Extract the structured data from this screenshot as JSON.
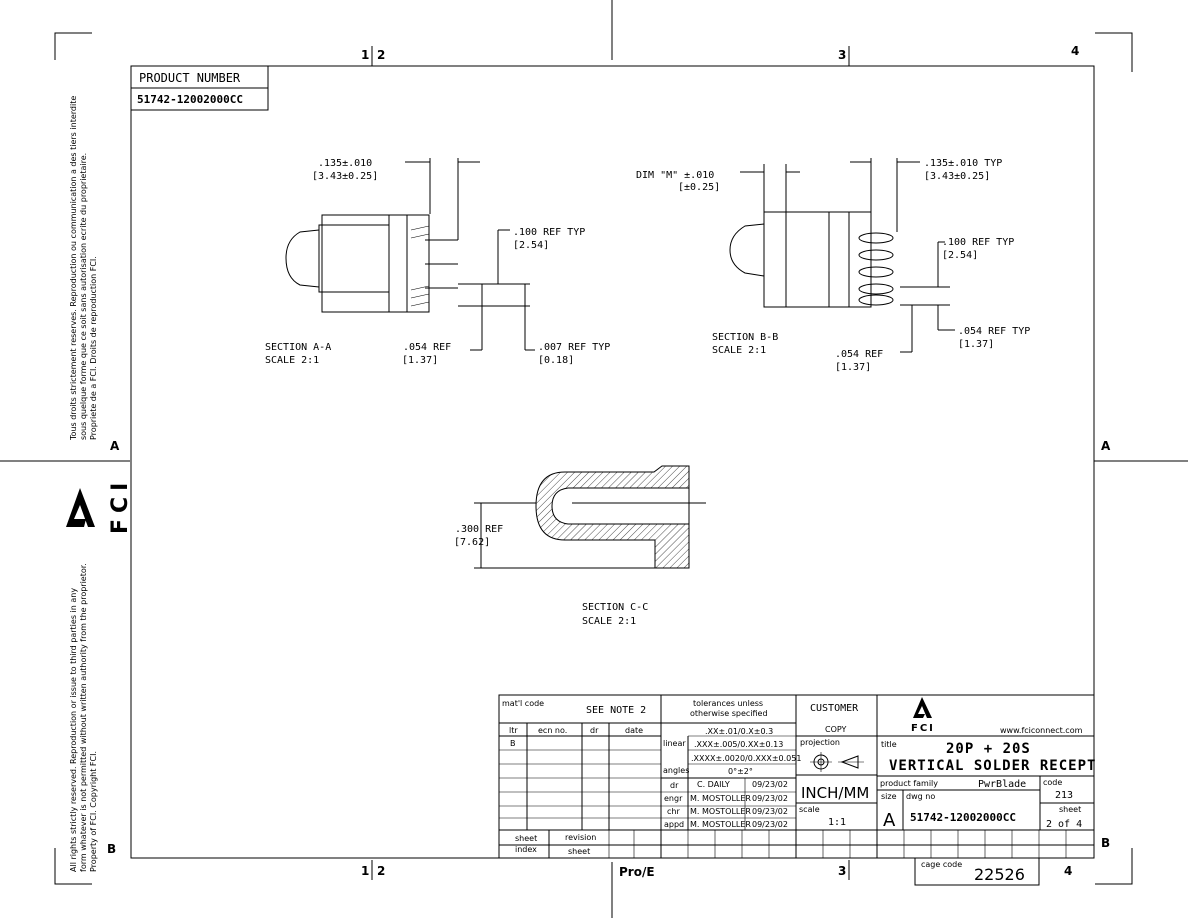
{
  "border": {
    "zones_top": [
      "1",
      "2",
      "3",
      "4"
    ],
    "zones_bottom": [
      "1",
      "2",
      "3",
      "4"
    ],
    "zones_side": [
      "A",
      "B"
    ],
    "pro_e": "Pro/E",
    "cage_code_label": "cage code",
    "cage_code": "22526"
  },
  "side_text": {
    "french_l1": "Tous droits strictement reserves.  Reproduction ou communication a des tiers interdite",
    "french_l2": "sous quelque forme que ce soit sans autorisation ecrite du proprietaire.",
    "french_l3": "Propriete de a FCI.  Droits de reproduction FCI.",
    "logo": "FCI",
    "english_l1": "All rights strictly reserved.  Reproduction or issue to third parties in any",
    "english_l2": "form whatever is not permitted without written authority from the proprietor.",
    "english_l3": "Property of FCI.  Copyright FCI."
  },
  "product_number": {
    "label": "PRODUCT NUMBER",
    "value": "51742-12002000CC"
  },
  "section_aa": {
    "dim_top_l1": ".135±.010",
    "dim_top_l2": "[3.43±0.25]",
    "dim_ref_l1": ".100  REF TYP",
    "dim_ref_l2": "[2.54]",
    "dim_054_l1": ".054  REF",
    "dim_054_l2": "[1.37]",
    "dim_007_l1": ".007  REF TYP",
    "dim_007_l2": "[0.18]",
    "caption_l1": "SECTION  A-A",
    "caption_l2": "SCALE  2:1"
  },
  "section_bb": {
    "dim_m_l1": "DIM \"M\" ±.010",
    "dim_m_l2": "[±0.25]",
    "dim_top_l1": ".135±.010   TYP",
    "dim_top_l2": "[3.43±0.25]",
    "dim_ref_l1": ".100  REF TYP",
    "dim_ref_l2": "[2.54]",
    "dim_054r_l1": ".054  REF TYP",
    "dim_054r_l2": "[1.37]",
    "dim_054_l1": ".054  REF",
    "dim_054_l2": "[1.37]",
    "caption_l1": "SECTION  B-B",
    "caption_l2": "SCALE  2:1"
  },
  "section_cc": {
    "dim_l1": ".300  REF",
    "dim_l2": "[7.62]",
    "caption_l1": "SECTION  C-C",
    "caption_l2": "SCALE  2:1"
  },
  "title_block": {
    "matl_code": "mat'l code",
    "see_note": "SEE NOTE 2",
    "tolerances_l1": "tolerances unless",
    "tolerances_l2": "otherwise specified",
    "customer": "CUSTOMER",
    "copy": "COPY",
    "ltr": "ltr",
    "ecn_no": "ecn no.",
    "dr": "dr",
    "date": "date",
    "rev_letter": "B",
    "linear": "linear",
    "angles": "angles",
    "tol_xx": ".XX±.01/0.X±0.3",
    "tol_xxx": ".XXX±.005/0.XX±0.13",
    "tol_xxxx": ".XXXX±.0020/0.XXX±0.051",
    "tol_angle": "0°±2°",
    "projection": "projection",
    "units": "INCH/MM",
    "scale_label": "scale",
    "scale": "1:1",
    "roles": [
      {
        "role": "dr",
        "name": "C. DAILY",
        "date": "09/23/02"
      },
      {
        "role": "engr",
        "name": "M. MOSTOLLER",
        "date": "09/23/02"
      },
      {
        "role": "chr",
        "name": "M. MOSTOLLER",
        "date": "09/23/02"
      },
      {
        "role": "appd",
        "name": "M. MOSTOLLER",
        "date": "09/23/02"
      }
    ],
    "company": "FCI",
    "website": "www.fciconnect.com",
    "title_label": "title",
    "title_l1": "20P + 20S",
    "title_l2": "VERTICAL SOLDER RECEPT",
    "product_family_label": "product family",
    "product_family": "PwrBlade",
    "code_label": "code",
    "code": "213",
    "size_label": "size",
    "size": "A",
    "dwg_no_label": "dwg no",
    "dwg_no": "51742-12002000CC",
    "sheet_label": "sheet",
    "sheet": "2 of 4",
    "sheet_index_l1": "sheet",
    "sheet_index_l2": "index",
    "revision": "revision",
    "sheet_col": "sheet"
  }
}
